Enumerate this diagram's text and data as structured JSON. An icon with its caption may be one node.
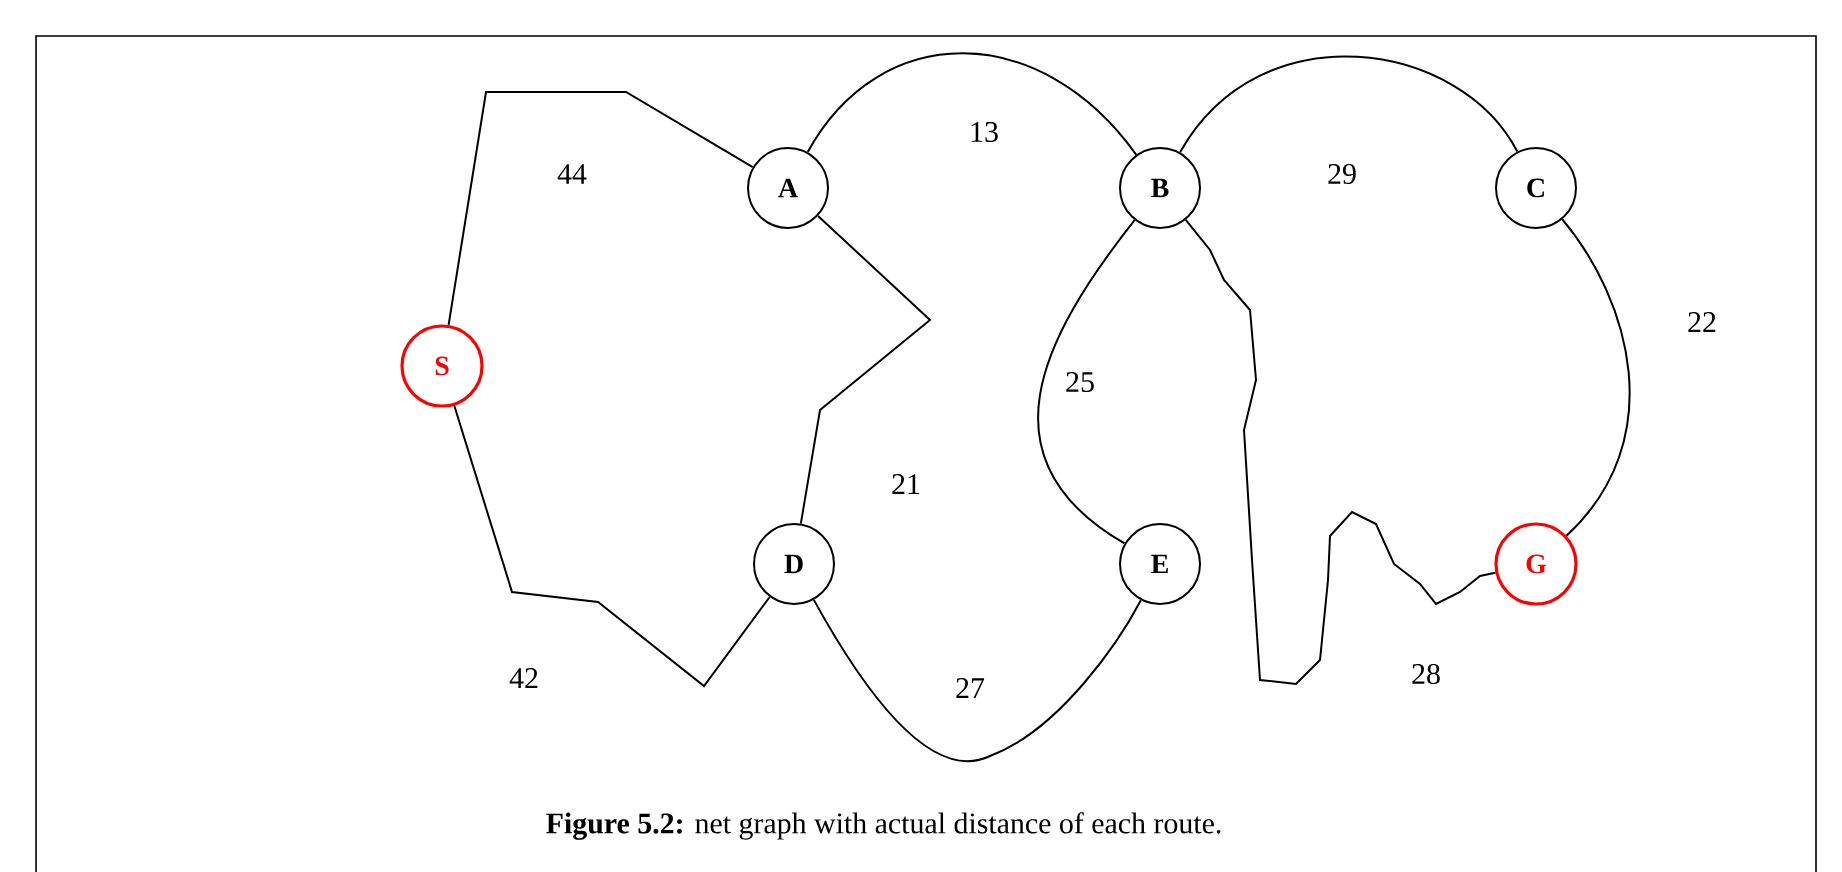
{
  "diagram": {
    "caption": "**Figure 5.2:** net graph with actual distance of each route.",
    "nodes": [
      {
        "text": [
          "S"
        ]
      },
      {
        "text": [
          "A"
        ]
      },
      {
        "text": [
          "B"
        ]
      },
      {
        "text": [
          "C"
        ]
      },
      {
        "text": [
          "D"
        ]
      },
      {
        "text": [
          "E"
        ]
      },
      {
        "text": [
          "G"
        ]
      }
    ],
    "edges": [
      {
        "from": 0,
        "to": 1,
        "arrow": "none",
        "label": "44"
      },
      {
        "from": 1,
        "to": 2,
        "arrow": "none",
        "label": "13"
      },
      {
        "from": 2,
        "to": 3,
        "arrow": "none",
        "label": "29"
      },
      {
        "from": 3,
        "to": 6,
        "arrow": "none",
        "label": "22"
      },
      {
        "from": 1,
        "to": 4,
        "arrow": "none",
        "label": "21"
      },
      {
        "from": 2,
        "to": 5,
        "arrow": "none",
        "label": "25"
      },
      {
        "from": 2,
        "to": 6,
        "arrow": "none",
        "label": "28"
      },
      {
        "from": 0,
        "to": 4,
        "arrow": "none",
        "label": "42"
      },
      {
        "from": 4,
        "to": 5,
        "arrow": "none",
        "label": "27"
      }
    ]
  }
}
